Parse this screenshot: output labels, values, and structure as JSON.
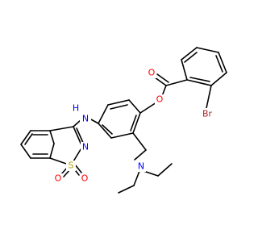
{
  "molecule": {
    "atoms": [
      {
        "id": "n_amine",
        "label": "N",
        "sub": "H",
        "color": "#0000ff"
      },
      {
        "id": "n_ring",
        "label": "N",
        "color": "#0000ff"
      },
      {
        "id": "s",
        "label": "S",
        "color": "#b8a200"
      },
      {
        "id": "o_s_left",
        "label": "O",
        "color": "#ff0000"
      },
      {
        "id": "o_s_right",
        "label": "O",
        "color": "#ff0000"
      },
      {
        "id": "n_ethyl",
        "label": "N",
        "color": "#0000ff"
      },
      {
        "id": "o_carbonyl",
        "label": "O",
        "color": "#ff0000"
      },
      {
        "id": "o_ester",
        "label": "O",
        "color": "#ff0000"
      },
      {
        "id": "br",
        "label": "Br",
        "color": "#a62929"
      }
    ]
  }
}
